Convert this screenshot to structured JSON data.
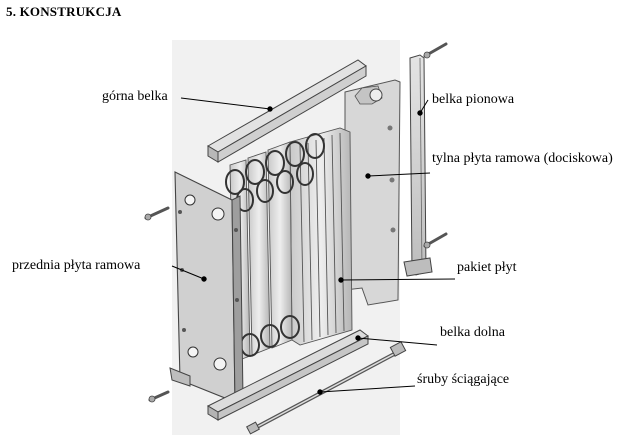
{
  "heading": "5. KONSTRUKCJA",
  "labels": {
    "top_beam": "górna belka",
    "vertical_beam": "belka pionowa",
    "rear_plate": "tylna płyta ramowa (dociskowa)",
    "front_plate": "przednia płyta ramowa",
    "plate_pack": "pakiet płyt",
    "bottom_beam": "belka dolna",
    "tie_bolts": "śruby ściągające"
  }
}
